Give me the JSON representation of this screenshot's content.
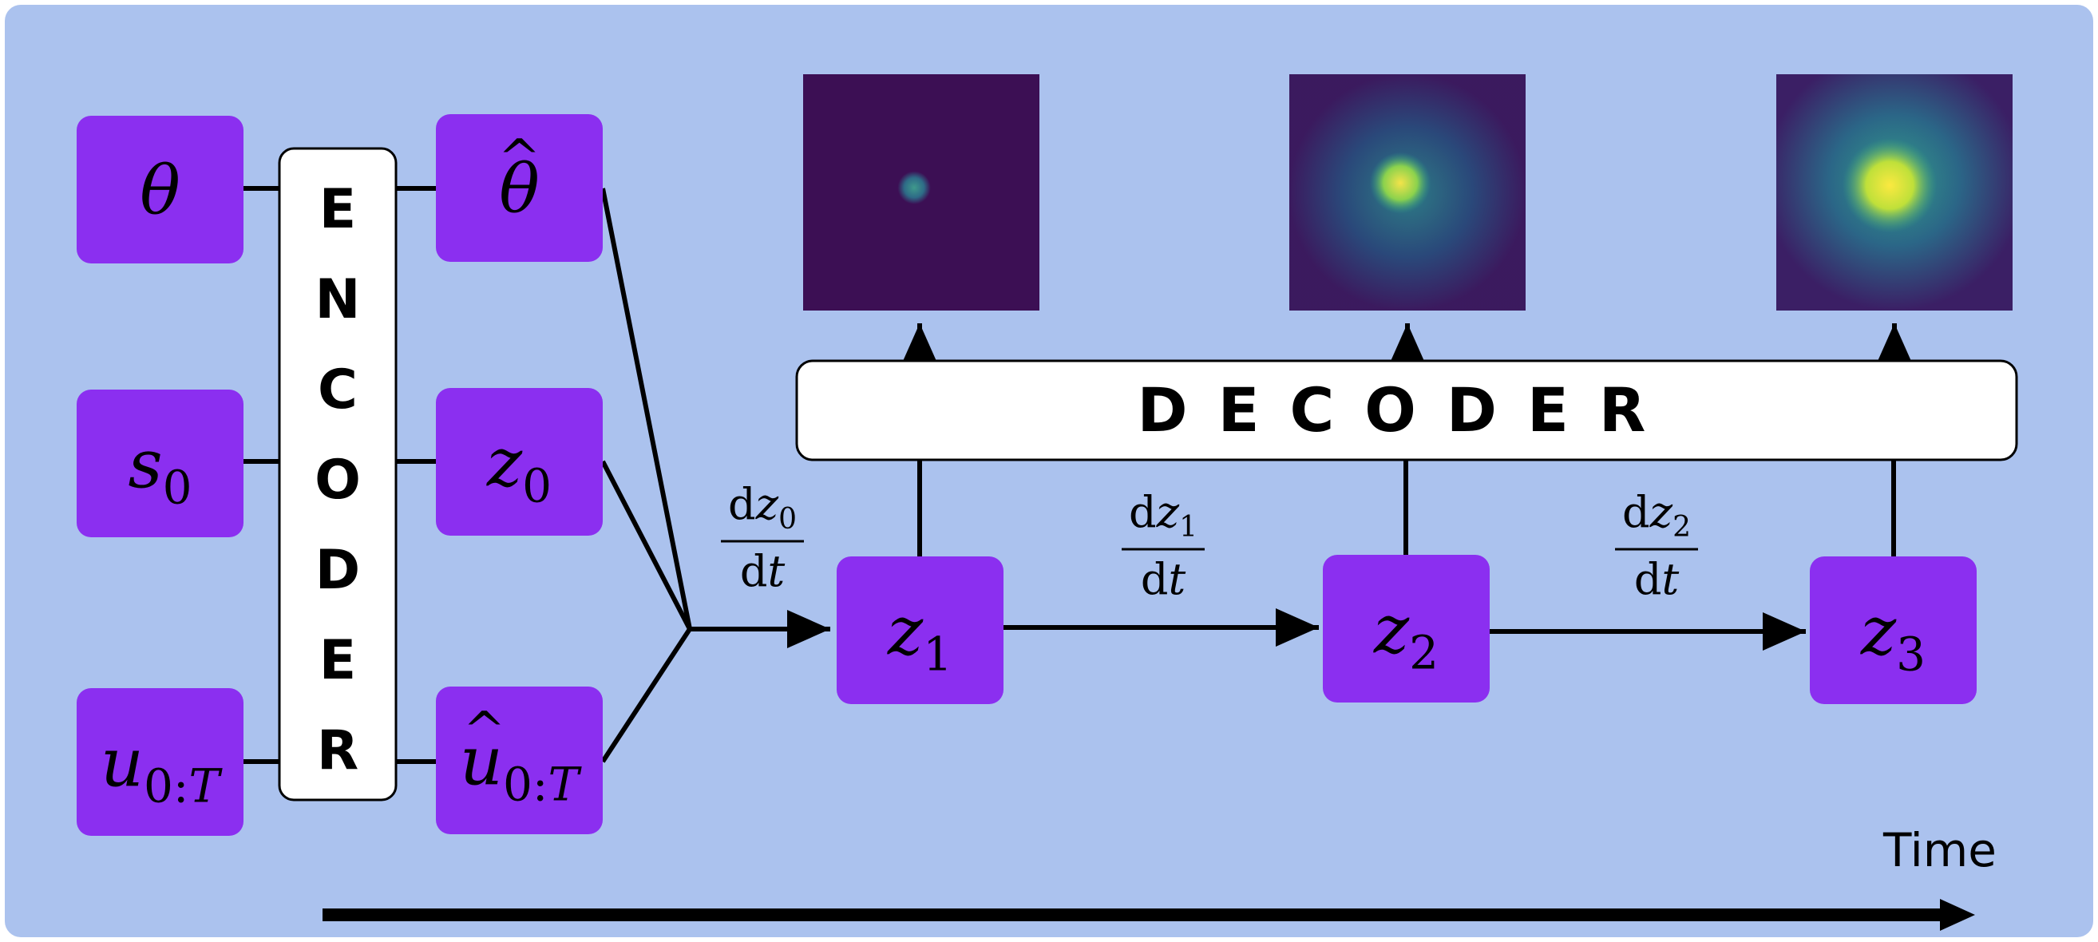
{
  "colors": {
    "background": "#abc2ee",
    "node_fill": "#8b2ff0",
    "block_fill": "#ffffff",
    "stroke": "#000000"
  },
  "encoder_label": "ENCODER",
  "decoder_label": "DECODER",
  "time_label": "Time",
  "inputs": [
    {
      "sym": "θ",
      "sub": ""
    },
    {
      "sym": "s",
      "sub": "0"
    },
    {
      "sym": "u",
      "sub": "0:T"
    }
  ],
  "encoded": [
    {
      "sym": "θ",
      "sub": "",
      "hat": "^"
    },
    {
      "sym": "z",
      "sub": "0",
      "hat": ""
    },
    {
      "sym": "u",
      "sub": "0:T",
      "hat": "^"
    }
  ],
  "latents": [
    {
      "sym": "z",
      "sub": "1"
    },
    {
      "sym": "z",
      "sub": "2"
    },
    {
      "sym": "z",
      "sub": "3"
    }
  ],
  "derivatives": [
    {
      "num_d": "d",
      "num_var": "z",
      "num_sub": "0",
      "den_d": "d",
      "den_var": "t"
    },
    {
      "num_d": "d",
      "num_var": "z",
      "num_sub": "1",
      "den_d": "d",
      "den_var": "t"
    },
    {
      "num_d": "d",
      "num_var": "z",
      "num_sub": "2",
      "den_d": "d",
      "den_var": "t"
    }
  ],
  "frames": [
    {
      "step": "z1",
      "colormap": "viridis"
    },
    {
      "step": "z2",
      "colormap": "viridis"
    },
    {
      "step": "z3",
      "colormap": "viridis"
    }
  ]
}
